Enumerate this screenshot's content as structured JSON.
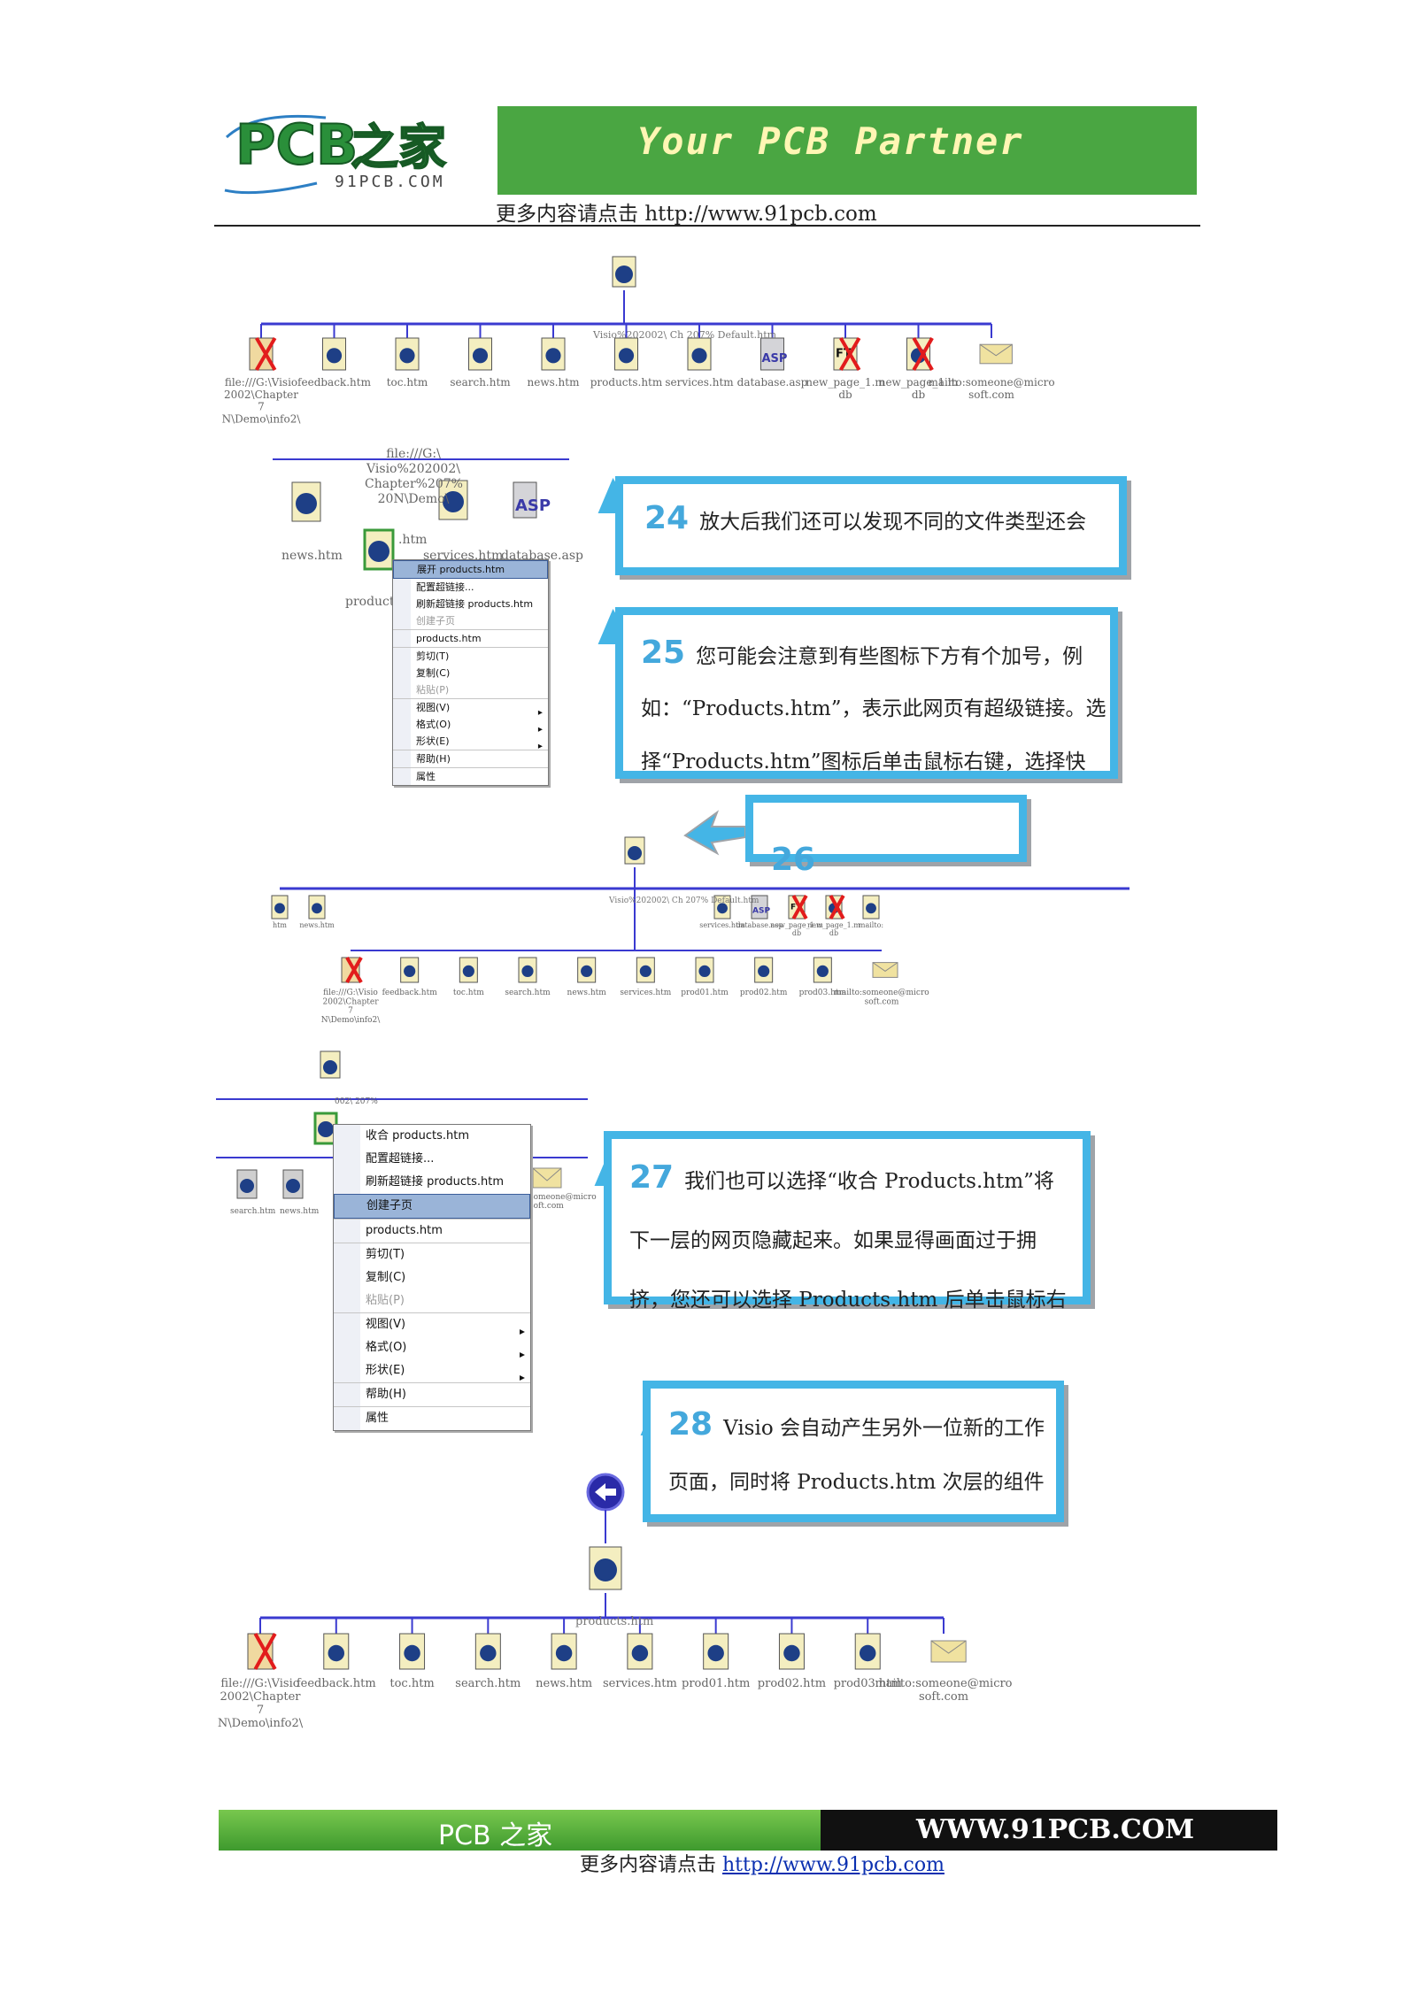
{
  "header": {
    "logo_main": "PCB之家",
    "logo_sub": "91PCB.COM",
    "tagline": "Your PCB Partner",
    "more_prefix": "更多内容请点击 ",
    "more_url": "http://www.91pcb.com"
  },
  "diagram1": {
    "root_label": "Visio%202002\\ Ch 207% Default.htm",
    "children": [
      {
        "label": "file:///G:\\Visio 2002\\Chapter 7 N\\Demo\\info2\\",
        "icon": "broken-link-icon"
      },
      {
        "label": "feedback.htm",
        "icon": "page-icon"
      },
      {
        "label": "toc.htm",
        "icon": "page-icon"
      },
      {
        "label": "search.htm",
        "icon": "page-icon"
      },
      {
        "label": "news.htm",
        "icon": "page-icon"
      },
      {
        "label": "products.htm",
        "icon": "page-icon"
      },
      {
        "label": "services.htm",
        "icon": "page-icon"
      },
      {
        "label": "database.asp",
        "icon": "asp-icon"
      },
      {
        "label": "new_page_1.m db",
        "icon": "ftp-broken-icon"
      },
      {
        "label": "new_page_1.m db",
        "icon": "broken-doc-icon"
      },
      {
        "label": "mailto:someone@micro soft.com",
        "icon": "mail-icon"
      }
    ]
  },
  "detail1": {
    "labels": [
      "file:///G:\\ Visio%202002\\ Chapter%207% 20N\\Demo\\",
      "news.htm",
      "services.htm",
      "database.asp",
      "products.",
      ".htm"
    ],
    "menu": [
      {
        "label": "展开 products.htm",
        "state": "selected"
      },
      {
        "label": "配置超链接..."
      },
      {
        "label": "刷新超链接 products.htm"
      },
      {
        "label": "创建子页",
        "state": "disabled"
      },
      {
        "label": "products.htm",
        "sep": true
      },
      {
        "label": "剪切(T)",
        "sep": true
      },
      {
        "label": "复制(C)"
      },
      {
        "label": "粘贴(P)",
        "state": "disabled"
      },
      {
        "label": "视图(V)",
        "sep": true,
        "sub": true
      },
      {
        "label": "格式(O)",
        "sub": true
      },
      {
        "label": "形状(E)",
        "sub": true
      },
      {
        "label": "帮助(H)",
        "sep": true
      },
      {
        "label": "属性",
        "sep": true
      }
    ]
  },
  "callouts": [
    {
      "num": "24",
      "lines": [
        "放大后我们还可以发现不同的文件类型还会"
      ]
    },
    {
      "num": "25",
      "lines": [
        "您可能会注意到有些图标下方有个加号，例",
        "如：“Products.htm”，表示此网页有超级链接。选",
        "择“Products.htm”图标后单击鼠标右键，选择快"
      ]
    },
    {
      "num": "26",
      "lines": [
        ""
      ]
    },
    {
      "num": "27",
      "lines": [
        "我们也可以选择“收合 Products.htm”将",
        "下一层的网页隐藏起来。如果显得画面过于拥",
        "挤，您还可以选择 Products.htm 后单击鼠标右"
      ]
    },
    {
      "num": "28",
      "lines": [
        "Visio 会自动产生另外一位新的工作",
        "页面，同时将 Products.htm 次层的组件"
      ]
    }
  ],
  "diagram2": {
    "top_row": [
      "htm",
      "news.htm",
      "services.htm",
      "database.asp",
      "new_page_1.m db",
      "new_page_1.m db",
      "mailto:"
    ],
    "root_label": "Visio%202002\\ Ch 207% Default.htm",
    "children": [
      "file:///G:\\Visio 2002\\Chapter 7 N\\Demo\\info2\\",
      "feedback.htm",
      "toc.htm",
      "search.htm",
      "news.htm",
      "services.htm",
      "prod01.htm",
      "prod02.htm",
      "prod03.htm",
      "mailto:someone@micro soft.com"
    ]
  },
  "detail2": {
    "labels": [
      "search.htm",
      "news.htm",
      "someone@micro soft.com",
      "002\\ 207%"
    ],
    "menu": [
      {
        "label": "收合 products.htm"
      },
      {
        "label": "配置超链接..."
      },
      {
        "label": "刷新超链接 products.htm"
      },
      {
        "label": "创建子页",
        "state": "selected"
      },
      {
        "label": "products.htm",
        "sep": true
      },
      {
        "label": "剪切(T)",
        "sep": true
      },
      {
        "label": "复制(C)"
      },
      {
        "label": "粘贴(P)",
        "state": "disabled"
      },
      {
        "label": "视图(V)",
        "sep": true,
        "sub": true
      },
      {
        "label": "格式(O)",
        "sub": true
      },
      {
        "label": "形状(E)",
        "sub": true
      },
      {
        "label": "帮助(H)",
        "sep": true
      },
      {
        "label": "属性",
        "sep": true
      }
    ]
  },
  "diagram3": {
    "root_label": "products.htm",
    "children": [
      "file:///G:\\Visio 2002\\Chapter 7 N\\Demo\\info2\\",
      "feedback.htm",
      "toc.htm",
      "search.htm",
      "news.htm",
      "services.htm",
      "prod01.htm",
      "prod02.htm",
      "prod03.htm",
      "mailto:someone@micro soft.com"
    ]
  },
  "footer": {
    "left_text": "PCB 之家",
    "right_text": "WWW.91PCB.COM",
    "more_prefix": "更多内容请点击 ",
    "more_url": "http://www.91pcb.com"
  },
  "colors": {
    "brand_green": "#4aa642",
    "callout_blue": "#44b5e6",
    "tree_line": "#3a3ad0"
  }
}
